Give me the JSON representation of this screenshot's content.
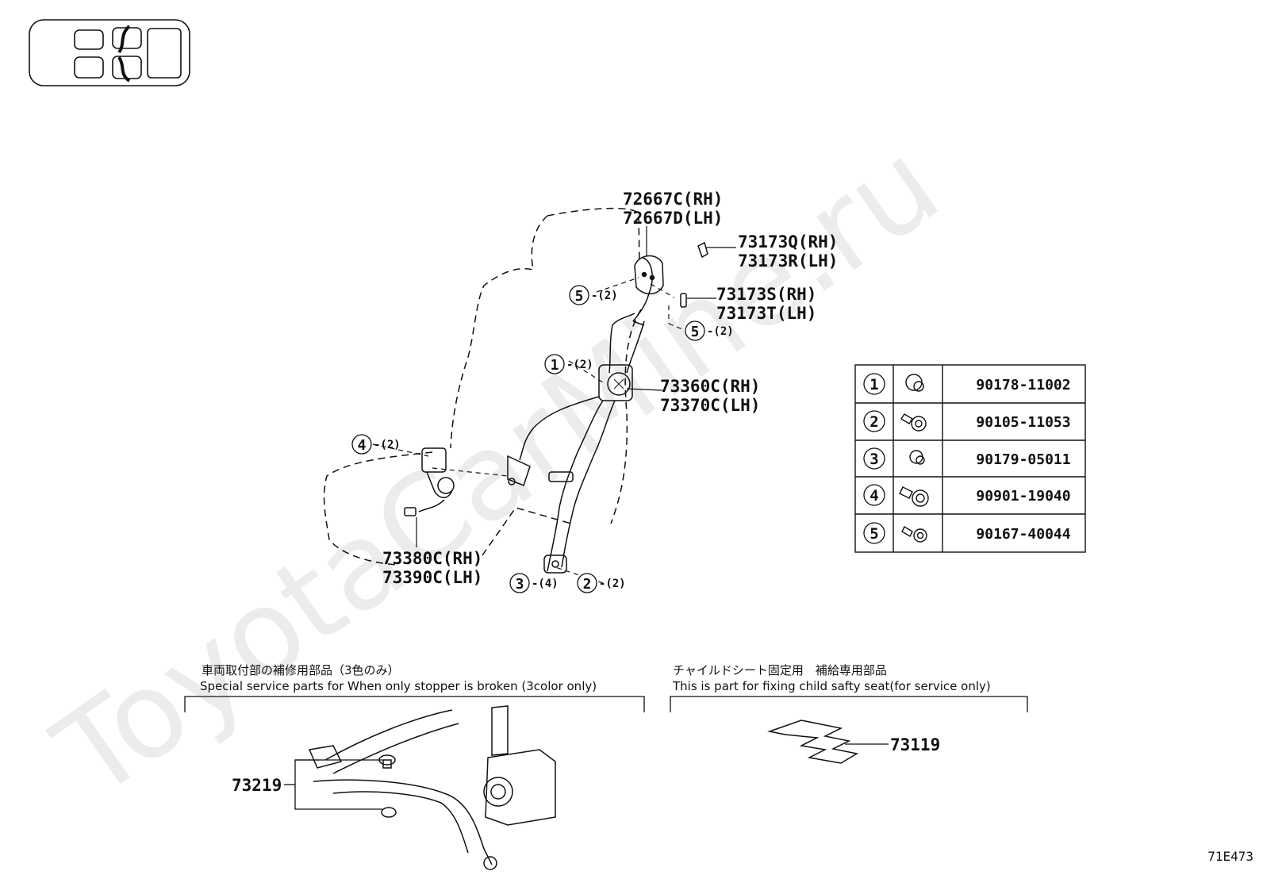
{
  "callouts": {
    "anchor_cover": [
      "72667C(RH)",
      "72667D(LH)"
    ],
    "clip_a": [
      "73173Q(RH)",
      "73173R(LH)"
    ],
    "clip_b": [
      "73173S(RH)",
      "73173T(LH)"
    ],
    "retractor": [
      "73360C(RH)",
      "73370C(LH)"
    ],
    "buckle": [
      "73380C(RH)",
      "73390C(LH)"
    ],
    "stopper_kit": "73219",
    "child_seat_plate": "73119"
  },
  "fasteners_on_diagram": [
    {
      "ref": "5",
      "qty": "-(2)"
    },
    {
      "ref": "5",
      "qty": "-(2)"
    },
    {
      "ref": "1",
      "qty": "-(2)"
    },
    {
      "ref": "4",
      "qty": "-(2)"
    },
    {
      "ref": "3",
      "qty": "-(4)"
    },
    {
      "ref": "2",
      "qty": "-(2)"
    }
  ],
  "fastener_table": [
    {
      "ref": "1",
      "icon": "nut-icon",
      "part": "90178-11002"
    },
    {
      "ref": "2",
      "icon": "bolt-icon",
      "part": "90105-11053"
    },
    {
      "ref": "3",
      "icon": "nut-icon",
      "part": "90179-05011"
    },
    {
      "ref": "4",
      "icon": "bolt-icon",
      "part": "90901-19040"
    },
    {
      "ref": "5",
      "icon": "bolt-icon",
      "part": "90167-40044"
    }
  ],
  "notes": {
    "left_jp": "車両取付部の補修用部品（3色のみ）",
    "left_en": "Special service parts for When only stopper is broken (3color only)",
    "right_jp": "チャイルドシート固定用　補給専用部品",
    "right_en": "This is part for fixing child safty seat(for service only)"
  },
  "watermark": "ToyotaCarMine.ru",
  "figure_code": "71E473"
}
